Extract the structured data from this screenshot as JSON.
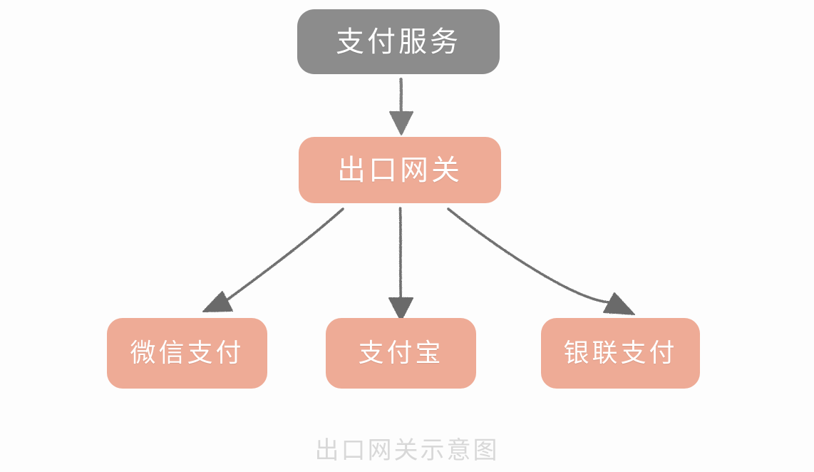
{
  "diagram": {
    "caption": "出口网关示意图",
    "background_color": "#fdfdfd",
    "nodes": [
      {
        "id": "service",
        "label": "支付服务",
        "role": "source-service",
        "fill": "#8c8c8c",
        "text_color": "#ffffff"
      },
      {
        "id": "gateway",
        "label": "出口网关",
        "role": "egress-gateway",
        "fill": "#eeab96",
        "text_color": "#ffffff"
      },
      {
        "id": "wechat",
        "label": "微信支付",
        "role": "external-provider",
        "fill": "#eeab96",
        "text_color": "#ffffff"
      },
      {
        "id": "alipay",
        "label": "支付宝",
        "role": "external-provider",
        "fill": "#eeab96",
        "text_color": "#ffffff"
      },
      {
        "id": "unionpay",
        "label": "银联支付",
        "role": "external-provider",
        "fill": "#eeab96",
        "text_color": "#ffffff"
      }
    ],
    "edges": [
      {
        "id": "service-to-gateway",
        "from": "service",
        "to": "gateway",
        "style": "hand-drawn-arrow",
        "color": "#7e7e7e"
      },
      {
        "id": "gateway-to-wechat",
        "from": "gateway",
        "to": "wechat",
        "style": "hand-drawn-arrow",
        "color": "#6f6f6f"
      },
      {
        "id": "gateway-to-alipay",
        "from": "gateway",
        "to": "alipay",
        "style": "hand-drawn-arrow",
        "color": "#6f6f6f"
      },
      {
        "id": "gateway-to-unionpay",
        "from": "gateway",
        "to": "unionpay",
        "style": "hand-drawn-arrow",
        "color": "#6f6f6f"
      }
    ]
  }
}
